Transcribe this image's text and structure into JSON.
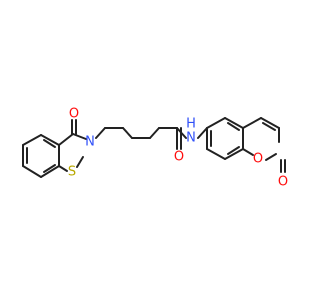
{
  "molecule": {
    "atoms": [
      {
        "id": "O1",
        "label": "O",
        "color": "#ff0d0d"
      },
      {
        "id": "N1",
        "label": "N",
        "color": "#3050f8"
      },
      {
        "id": "S1",
        "label": "S",
        "color": "#b8a800"
      },
      {
        "id": "O2",
        "label": "O",
        "color": "#ff0d0d"
      },
      {
        "id": "N2",
        "label": "N",
        "color": "#3050f8"
      },
      {
        "id": "H2",
        "label": "H",
        "color": "#3050f8"
      },
      {
        "id": "O3",
        "label": "O",
        "color": "#ff0d0d"
      },
      {
        "id": "O4",
        "label": "O",
        "color": "#ff0d0d"
      }
    ]
  }
}
